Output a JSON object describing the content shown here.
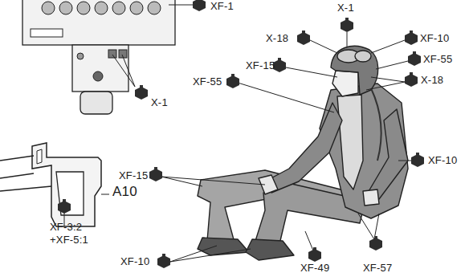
{
  "diagram": {
    "labels": [
      "XF-1",
      "X-1",
      "X-18",
      "XF-10",
      "XF-15",
      "XF-55",
      "X-1",
      "X-18",
      "XF-55",
      "A10",
      "XF-15",
      "XF-10",
      "XF-3:2 +XF-5:1",
      "XF-10",
      "XF-49",
      "XF-57"
    ]
  }
}
